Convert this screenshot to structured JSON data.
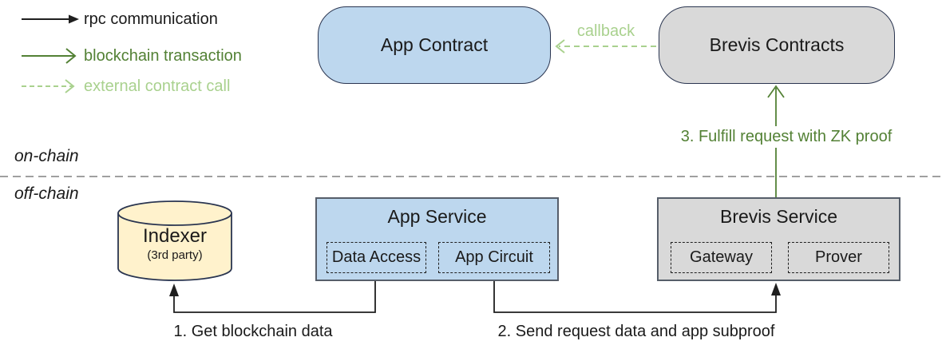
{
  "colors": {
    "ink": "#1a1a1a",
    "line-black": "#1f1f1f",
    "green-dark": "#538135",
    "green-light": "#a9d18e",
    "blue-fill": "#bdd7ee",
    "gray-fill": "#d9d9d9",
    "cream-fill": "#fff2cc",
    "border-dark": "#2a3550",
    "border-gray": "#565e6a",
    "dash-dark": "#1f1f1f",
    "divider-gray": "#a0a0a0"
  },
  "legend": {
    "rpc": "rpc communication",
    "blockchain_tx": "blockchain transaction",
    "external_call": "external contract call"
  },
  "zones": {
    "on_chain": "on-chain",
    "off_chain": "off-chain"
  },
  "nodes": {
    "app_contract": "App Contract",
    "brevis_contracts": "Brevis Contracts",
    "indexer": "Indexer",
    "indexer_sub": "(3rd party)",
    "app_service": "App Service",
    "data_access": "Data Access",
    "app_circuit": "App Circuit",
    "brevis_service": "Brevis Service",
    "gateway": "Gateway",
    "prover": "Prover"
  },
  "edges": {
    "callback": "callback",
    "fulfill": "3. Fulfill request with ZK proof",
    "get_data": "1. Get blockchain data",
    "send_request": "2. Send request data and app subproof"
  }
}
